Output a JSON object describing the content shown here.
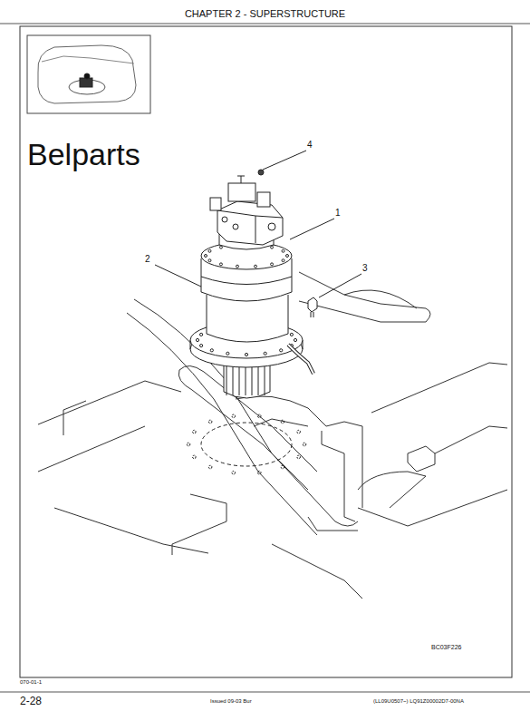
{
  "diagram": {
    "title": "CHAPTER 2 - SUPERSTRUCTURE",
    "labels": [
      "Belparts",
      "4",
      "1",
      "2",
      "3",
      "BC03F226",
      "070-01-1",
      "2-28",
      "Issued 09-03 Bur",
      "(LL09U0507~) LQ91Z00002D7-00NA"
    ]
  }
}
